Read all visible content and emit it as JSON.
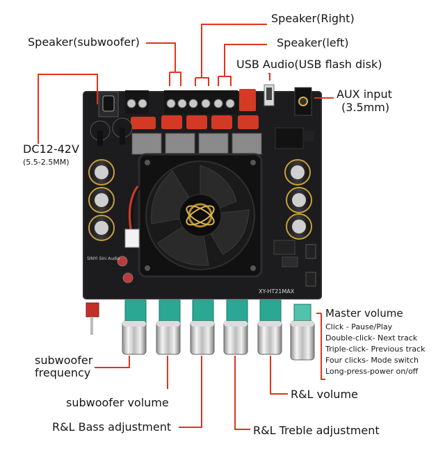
{
  "labels": {
    "speaker_right": "Speaker(Right)",
    "speaker_subwoofer": "Speaker(subwoofer)",
    "speaker_left": "Speaker(left)",
    "usb_audio": "USB Audio(USB flash disk)",
    "aux_input": "AUX input",
    "aux_size": "(3.5mm)",
    "dc_power": "DC12-42V",
    "dc_plug": "(5.5-2.5MM)",
    "master_volume": "Master volume",
    "subwoofer_frequency_1": "subwoofer",
    "subwoofer_frequency_2": "frequency",
    "subwoofer_volume": "subwoofer volume",
    "rl_volume": "R&L volume",
    "rl_bass": "R&L Bass adjustment",
    "rl_treble": "R&L Treble adjustment"
  },
  "master_volume_functions": [
    "Click - Pause/Play",
    "Double-click- Next track",
    "Triple-click- Previous track",
    "Four clicks- Mode switch",
    "Long-press-power on/off"
  ],
  "board": {
    "model": "XY-HT21MAX",
    "brand": "SINYI Sini Audio"
  },
  "colors": {
    "leader_line": "#e0331c",
    "pcb": "#1b1b1d",
    "knob_teal": "#2aa894",
    "capacitor_red": "#d23a26"
  }
}
